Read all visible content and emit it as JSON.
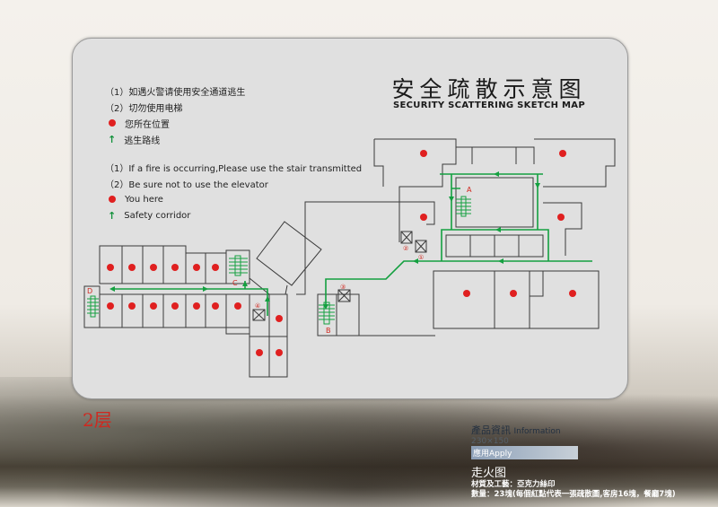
{
  "title": "安全疏散示意图",
  "subtitle": "SECURITY SCATTERING SKETCH MAP",
  "legend_cn": [
    "（1）如遇火警请使用安全通道逃生",
    "（2）切勿使用电梯",
    "您所在位置",
    "逃生路线"
  ],
  "legend_en": [
    "（1）If a fire is occurring,Please use the stair transmitted",
    "（2）Be sure not to use the elevator",
    "You here",
    "Safety corridor"
  ],
  "stair_labels": [
    "A",
    "B",
    "C",
    "D"
  ],
  "elevator_labels": [
    "①",
    "②",
    "③",
    "④"
  ],
  "floor_label": "2层",
  "info": {
    "heading": "產品資訊",
    "heading_en": "Information",
    "size": "230×150",
    "apply": "應用Apply",
    "name": "走火图",
    "material": "材質及工藝：亞克力絲印",
    "quantity": "數量：23塊(每個紅點代表一張疏散圖,客房16塊，餐廳7塊)"
  },
  "colors": {
    "marker": "#e02020",
    "route": "#14a040",
    "floor_label": "#d0281f"
  }
}
